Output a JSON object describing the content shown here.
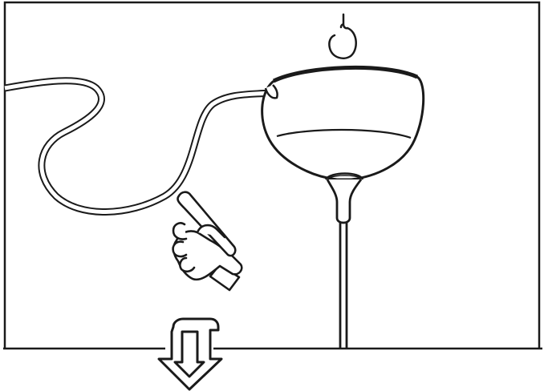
{
  "diagram": {
    "type": "instruction-illustration",
    "colors": {
      "line": "#1a1a1a",
      "background": "#ffffff"
    },
    "parts": [
      {
        "id": "ceiling-hook",
        "icon": "hook-icon"
      },
      {
        "id": "ceiling-canopy",
        "icon": "canopy-shade"
      },
      {
        "id": "power-cord",
        "icon": "cord"
      },
      {
        "id": "pendant-rod",
        "icon": "rod"
      },
      {
        "id": "pointing-hand",
        "icon": "hand-pointer-icon"
      },
      {
        "id": "down-arrow",
        "icon": "arrow-down-icon"
      }
    ]
  }
}
